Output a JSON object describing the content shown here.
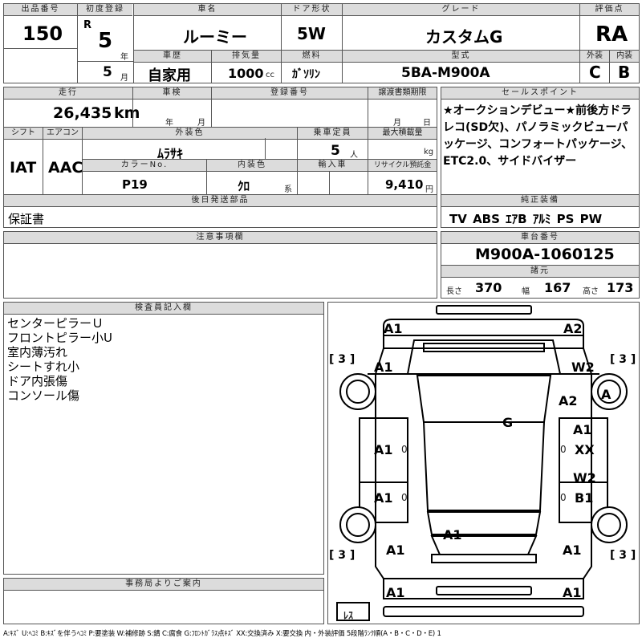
{
  "header": {
    "lot_label": "出品番号",
    "lot": "150",
    "first_reg_label": "初度登録",
    "era": "R",
    "year": "5",
    "year_unit": "年",
    "month": "5",
    "month_unit": "月",
    "model_label": "車名",
    "model": "ルーミー",
    "door_label": "ドア形状",
    "door": "5W",
    "grade_label": "グレード",
    "grade": "カスタムG",
    "score_label": "評価点",
    "score": "RA",
    "history_label": "車歴",
    "history": "自家用",
    "displacement_label": "排気量",
    "displacement": "1000",
    "displacement_unit": "cc",
    "fuel_label": "燃料",
    "fuel": "ｶﾞｿﾘﾝ",
    "type_label": "型式",
    "type_code": "5BA-M900A",
    "exterior_label": "外装",
    "exterior": "C",
    "interior_label": "内装",
    "interior": "B"
  },
  "row2": {
    "mileage_label": "走行",
    "mileage": "26,435",
    "mileage_unit": "km",
    "inspection_label": "車検",
    "insp_year": "年",
    "insp_month": "月",
    "reg_no_label": "登録番号",
    "transfer_label": "譲渡書類期限",
    "transfer_month": "月",
    "transfer_day": "日",
    "shift_label": "シフト",
    "shift": "IAT",
    "aircon_label": "エアコン",
    "aircon": "AAC",
    "color_label": "外装色",
    "color": "ﾑﾗｻｷ",
    "capacity_label": "乗車定員",
    "capacity": "5",
    "capacity_unit": "人",
    "max_load_label": "最大積載量",
    "max_load_unit": "kg",
    "color_no_label": "カラーNo.",
    "color_no": "P19",
    "int_color_label": "内装色",
    "int_color": "ｸﾛ",
    "int_color_unit": "系",
    "import_label": "輸入車",
    "recycle_label": "リサイクル預託金",
    "recycle": "9,410",
    "recycle_unit": "円"
  },
  "sales_points": {
    "title": "セールスポイント",
    "text": "★オークションデビュー★前後方ドラレコ(SD欠)、パノラミックビューパッケージ、コンフォートパッケージ、ETC2.0、サイドバイザー"
  },
  "later_parts": {
    "title": "後日発送部品",
    "text": "保証書"
  },
  "equipment": {
    "title": "純正装備",
    "items": [
      "TV",
      "ABS",
      "ｴｱB",
      "ｱﾙﾐ",
      "PS",
      "PW"
    ]
  },
  "cautions": {
    "title": "注意事項欄"
  },
  "chassis": {
    "title": "車台番号",
    "number": "M900A-1060125",
    "dims_title": "諸元",
    "length_label": "長さ",
    "length": "370",
    "width_label": "幅",
    "width": "167",
    "height_label": "高さ",
    "height": "173"
  },
  "inspector": {
    "title": "検査員記入欄",
    "lines": [
      "センターピラーＵ",
      "フロントピラー小U",
      "室内薄汚れ",
      "シートすれ小",
      "ドア内張傷",
      "コンソール傷"
    ]
  },
  "office": {
    "title": "事務局よりご案内"
  },
  "diagram": {
    "marks": {
      "fl_corner": "A1",
      "fr_corner": "A2",
      "fl_fender": "A1",
      "fr_fender": "W2",
      "fr_wheel": "A",
      "fr_door_area": "A2",
      "roof": "G",
      "l_front_door": "A1",
      "r_front_door_1": "A1",
      "r_front_door_2": "XX",
      "l_rear_door": "A1",
      "r_rear_door_1": "W2",
      "r_rear_door_2": "B1",
      "trunk": "A1",
      "rl_quarter": "A1",
      "rr_quarter": "A1",
      "rl_bumper": "A1",
      "rr_bumper": "A1"
    },
    "tires": {
      "fl": "3",
      "fr": "3",
      "rl": "3",
      "rr": "3"
    },
    "door_zeros": [
      "0",
      "0",
      "0",
      "0"
    ],
    "spare": "ﾚｽ"
  },
  "legend": "A:ｷｽﾞ U:ﾍｺﾐ B:ｷｽﾞを伴うﾍｺﾐ P:要塗装 W:補修跡 S:錆 C:腐食 G:ﾌﾛﾝﾄｶﾞﾗｽ点ｷｽﾞ XX:交換済み X:要交換  内・外装評価 5段階ﾗﾝｸ順(A・B・C・D・E) 1"
}
